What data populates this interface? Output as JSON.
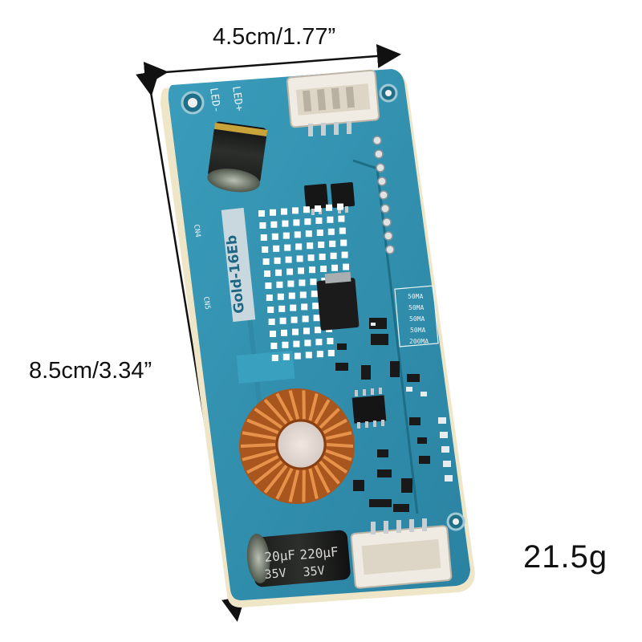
{
  "labels": {
    "width": "4.5cm/1.77”",
    "height": "8.5cm/3.34”",
    "weight": "21.5g"
  },
  "board": {
    "model": "Gold-16Eb",
    "led_minus": "LED-",
    "led_plus": "LED+",
    "capacitor_left": "20µF",
    "capacitor_right": "220µF",
    "cap_voltage_left": "35V",
    "cap_voltage_right": "35V",
    "current_table": [
      "50MA",
      "50MA",
      "50MA",
      "50MA",
      "200MA"
    ],
    "connector_labels": [
      "CN4",
      "CN5"
    ]
  },
  "colors": {
    "board": "#2f8fae",
    "board_edge": "#f1ead2",
    "copper": "#c46a2a",
    "connector": "#eeeae2"
  }
}
